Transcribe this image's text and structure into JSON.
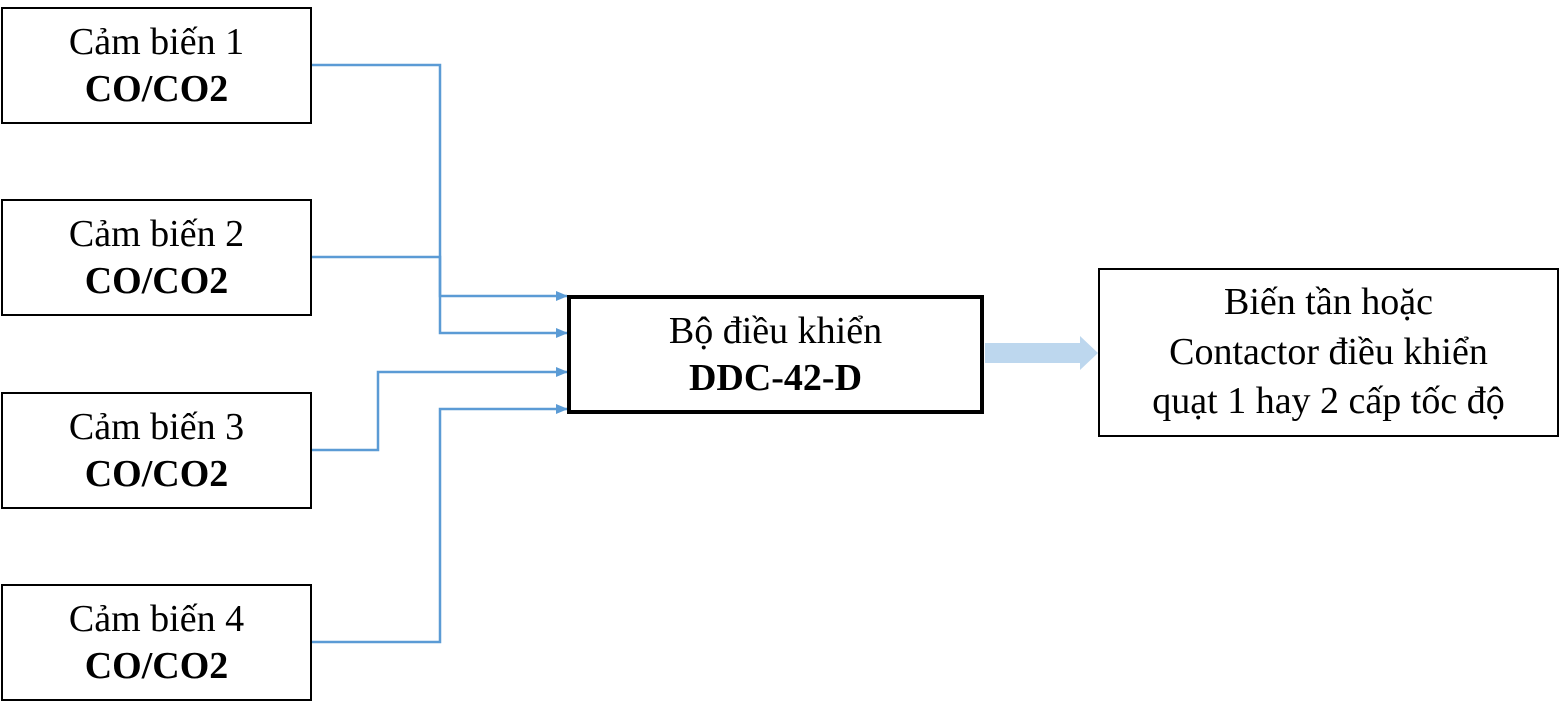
{
  "sensors": [
    {
      "line1": "Cảm biến 1",
      "line2": "CO/CO2"
    },
    {
      "line1": "Cảm biến 2",
      "line2": "CO/CO2"
    },
    {
      "line1": "Cảm biến 3",
      "line2": "CO/CO2"
    },
    {
      "line1": "Cảm biến 4",
      "line2": "CO/CO2"
    }
  ],
  "controller": {
    "line1": "Bộ điều khiển",
    "line2": "DDC-42-D"
  },
  "output": {
    "line1": "Biến tần hoặc",
    "line2": "Contactor điều khiển",
    "line3": "quạt 1 hay 2 cấp tốc độ"
  },
  "colors": {
    "connector": "#5b9bd5",
    "big_arrow": "#bdd7ee",
    "border": "#000000"
  }
}
